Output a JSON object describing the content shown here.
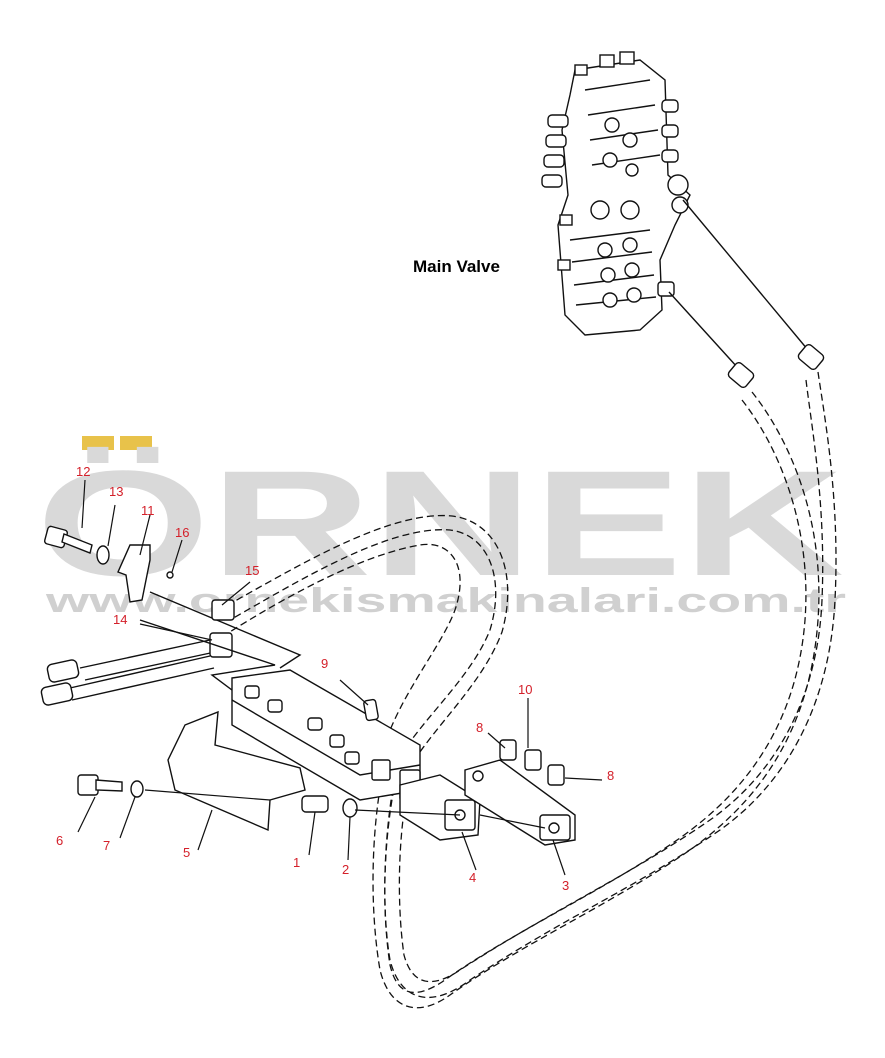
{
  "diagram": {
    "main_label": "Main Valve",
    "watermark": {
      "brand": "ÖRNEK",
      "url": "www.ornekismakinalari.com.tr",
      "accent_color": "#e8c24a"
    },
    "callouts": [
      "1",
      "2",
      "3",
      "4",
      "5",
      "6",
      "7",
      "8",
      "8",
      "9",
      "10",
      "11",
      "12",
      "13",
      "14",
      "15",
      "16"
    ],
    "callout_color": "#d4202a"
  }
}
